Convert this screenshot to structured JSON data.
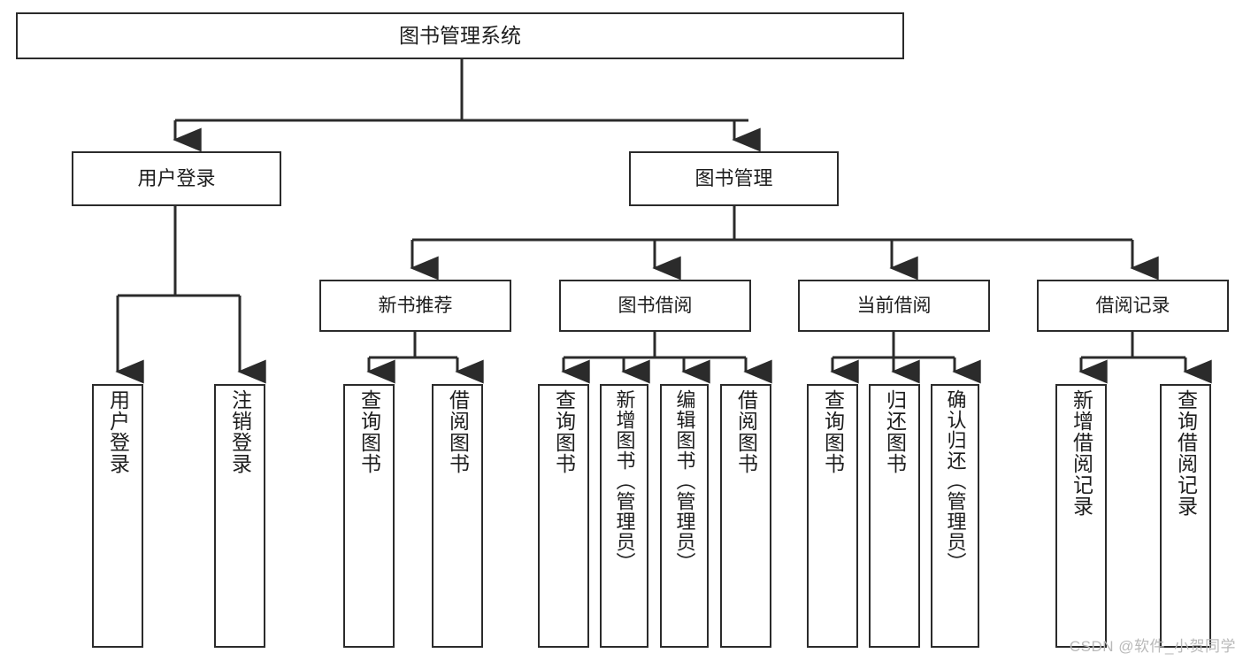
{
  "diagram": {
    "type": "tree-hierarchy",
    "title": "图书管理系统",
    "orientation": "top-down",
    "colors": {
      "box_border": "#2b2b2b",
      "box_fill": "#ffffff",
      "connector": "#2b2b2b",
      "watermark": "#b9b9b9",
      "background": "#ffffff"
    },
    "root": {
      "label": "图书管理系统"
    },
    "level1": [
      {
        "label": "用户登录"
      },
      {
        "label": "图书管理"
      }
    ],
    "level2": [
      {
        "label": "新书推荐"
      },
      {
        "label": "图书借阅"
      },
      {
        "label": "当前借阅"
      },
      {
        "label": "借阅记录"
      }
    ],
    "leaves": {
      "user_login": [
        {
          "label": "用户登录"
        },
        {
          "label": "注销登录"
        }
      ],
      "new_book_recommend": [
        {
          "label": "查询图书"
        },
        {
          "label": "借阅图书"
        }
      ],
      "book_borrow": [
        {
          "label": "查询图书"
        },
        {
          "label": "新增图书（管理员）"
        },
        {
          "label": "编辑图书（管理员）"
        },
        {
          "label": "借阅图书"
        }
      ],
      "current_borrow": [
        {
          "label": "查询图书"
        },
        {
          "label": "归还图书"
        },
        {
          "label": "确认归还（管理员）"
        }
      ],
      "borrow_record": [
        {
          "label": "新增借阅记录"
        },
        {
          "label": "查询借阅记录"
        }
      ]
    }
  },
  "watermark": {
    "text": "CSDN @软件_小贺同学"
  }
}
